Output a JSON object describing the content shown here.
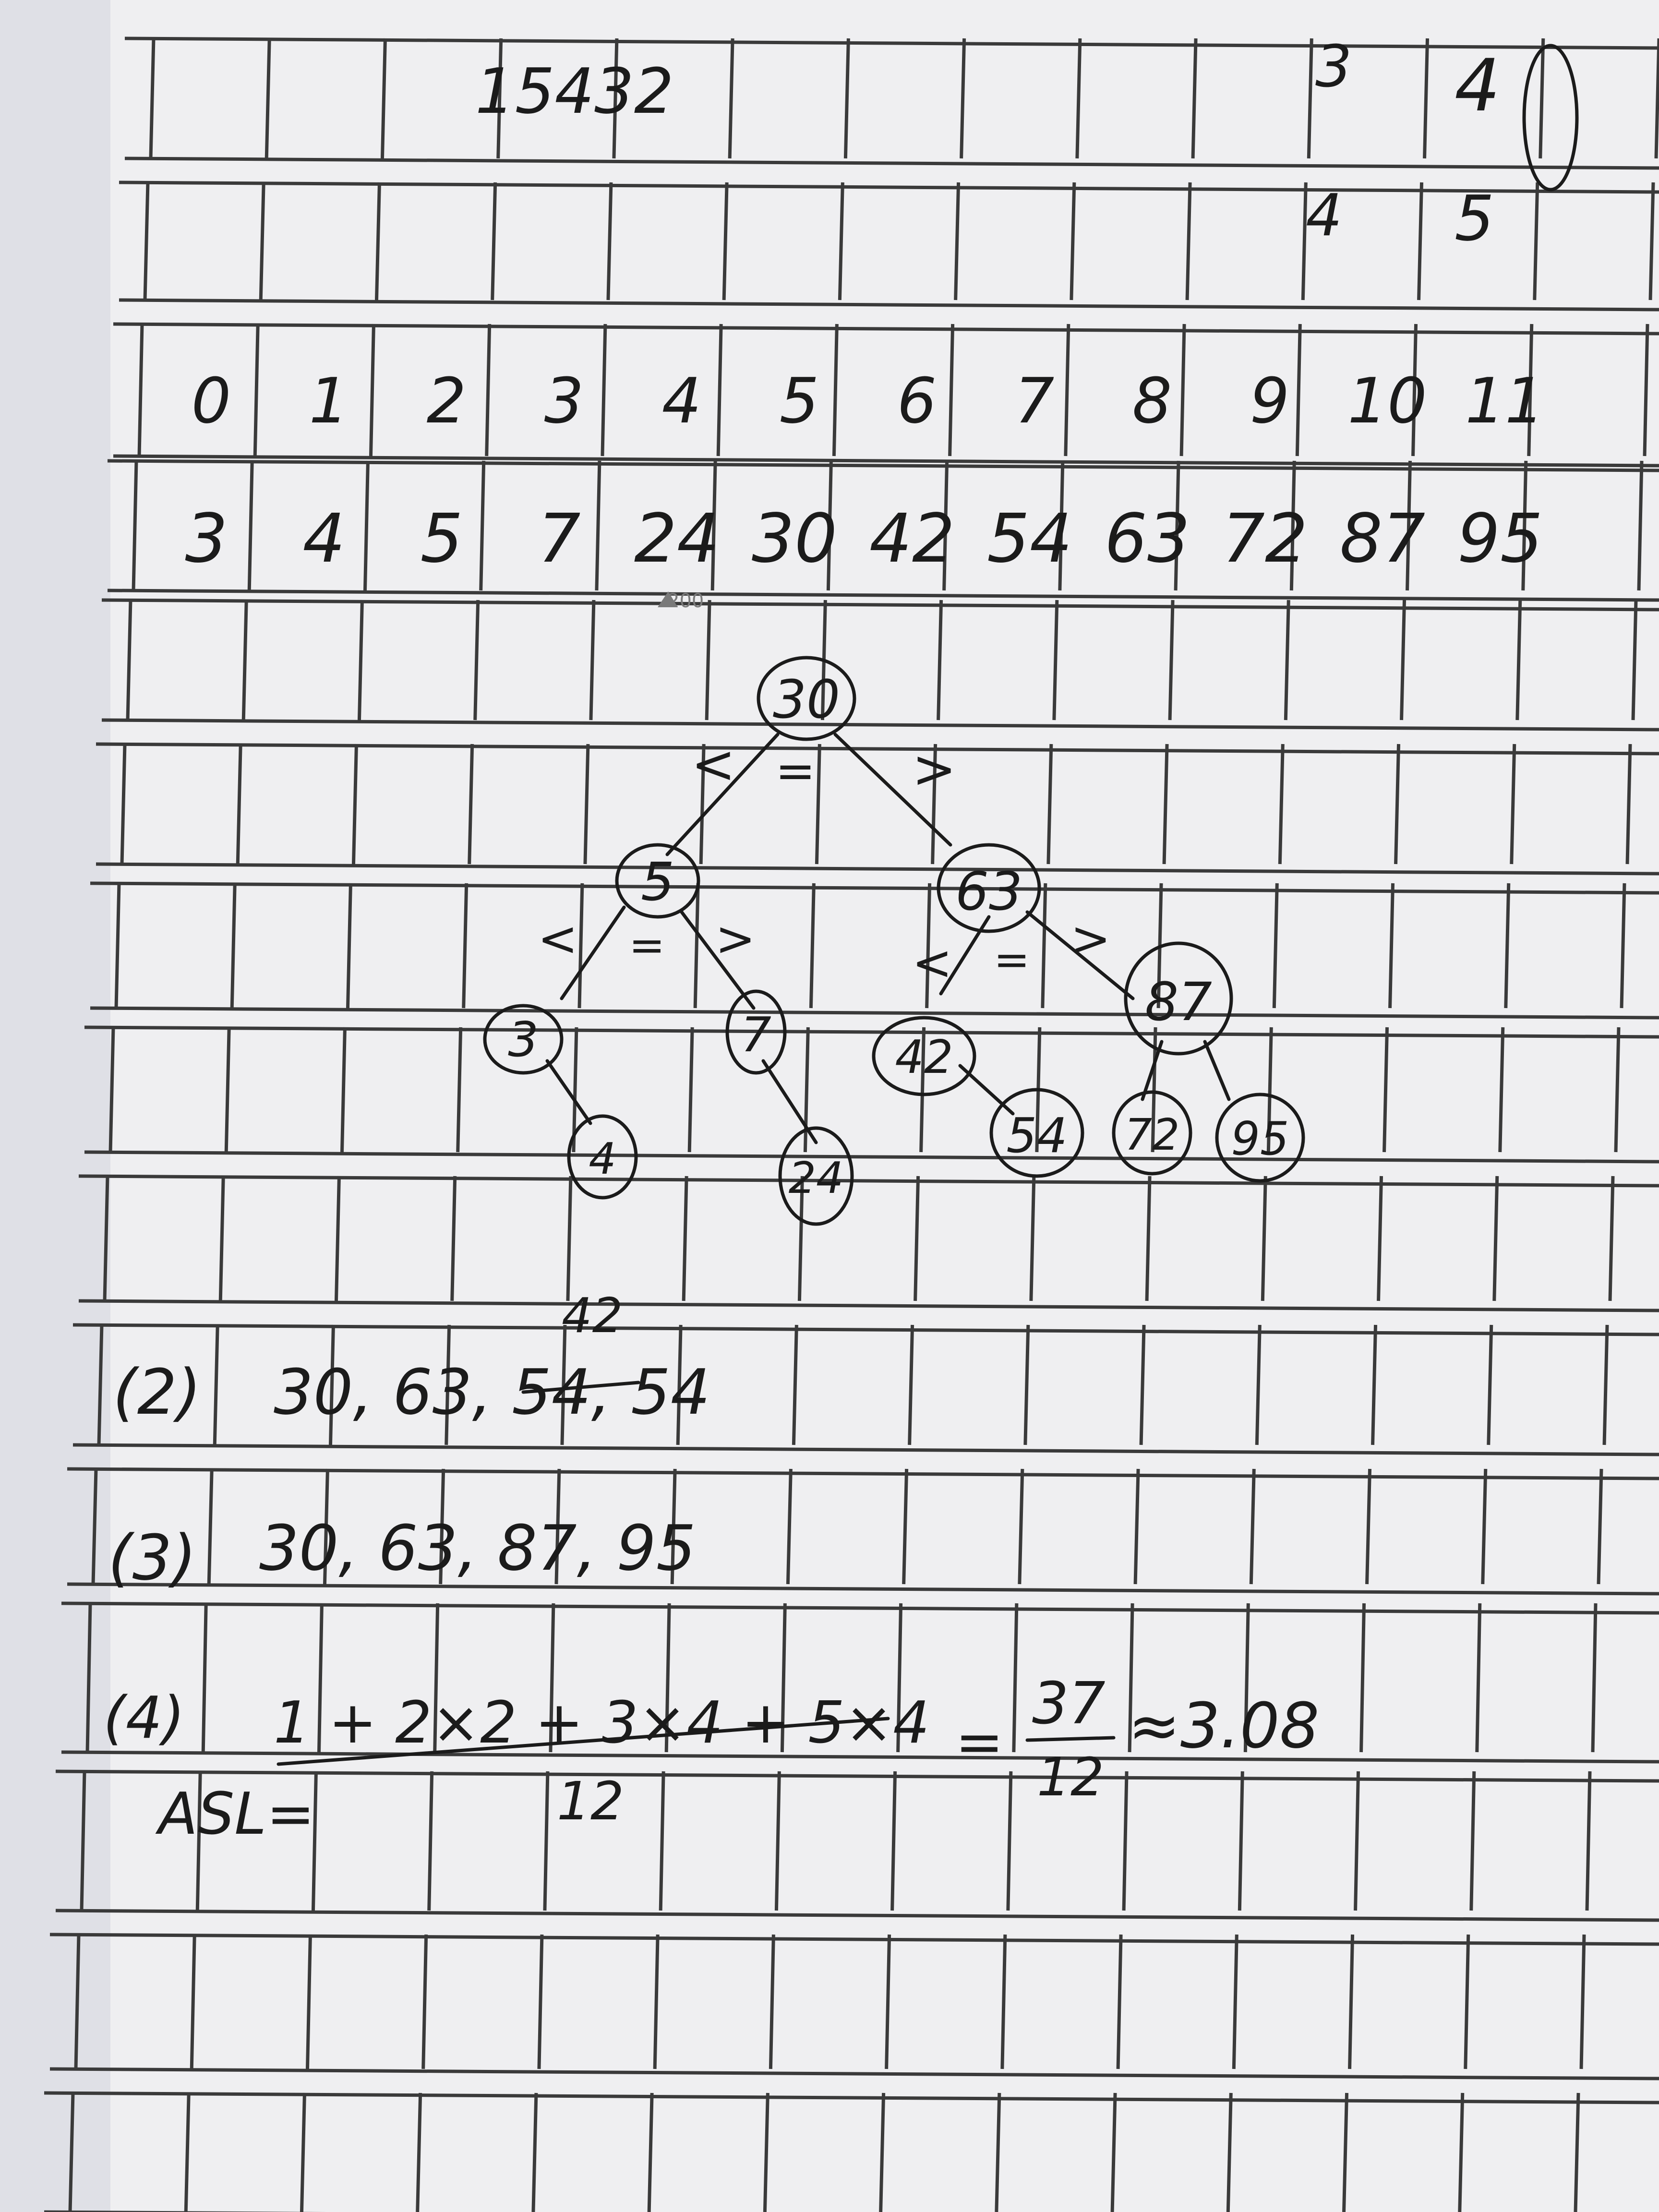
{
  "top_scribble": {
    "sequence": "15432",
    "right_top": [
      "3",
      "4"
    ],
    "right_bottom": [
      "4",
      "5"
    ]
  },
  "index_row": [
    "0",
    "1",
    "2",
    "3",
    "4",
    "5",
    "6",
    "7",
    "8",
    "9",
    "10",
    "11"
  ],
  "value_row": [
    "3",
    "4",
    "5",
    "7",
    "24",
    "30",
    "42",
    "54",
    "63",
    "72",
    "87",
    "95"
  ],
  "watermark": "200",
  "tree": {
    "root": "30",
    "level1": [
      "5",
      "63"
    ],
    "level2": [
      "3",
      "7",
      "42",
      "87"
    ],
    "level3": [
      "4",
      "24",
      "54",
      "72",
      "95"
    ],
    "edge_marks": {
      "root_left": "<",
      "root_eq": "=",
      "root_right": ">",
      "n5_left": "<",
      "n5_eq": "=",
      "n5_right": ">",
      "n63_left": "<",
      "n63_eq": "=",
      "n63_right": ">"
    }
  },
  "answers": {
    "q2": {
      "label": "(2)",
      "text": "30, 63, 54, 54",
      "correction": "42"
    },
    "q3": {
      "label": "(3)",
      "text": "30, 63, 87, 95"
    },
    "q4": {
      "label": "(4)",
      "prefix": "ASL=",
      "numerator": "1 + 2×2 + 3×4 + 5×4",
      "denominator": "12",
      "equals": "=",
      "result_num": "37",
      "result_den": "12",
      "approx": "≈3.08"
    }
  }
}
